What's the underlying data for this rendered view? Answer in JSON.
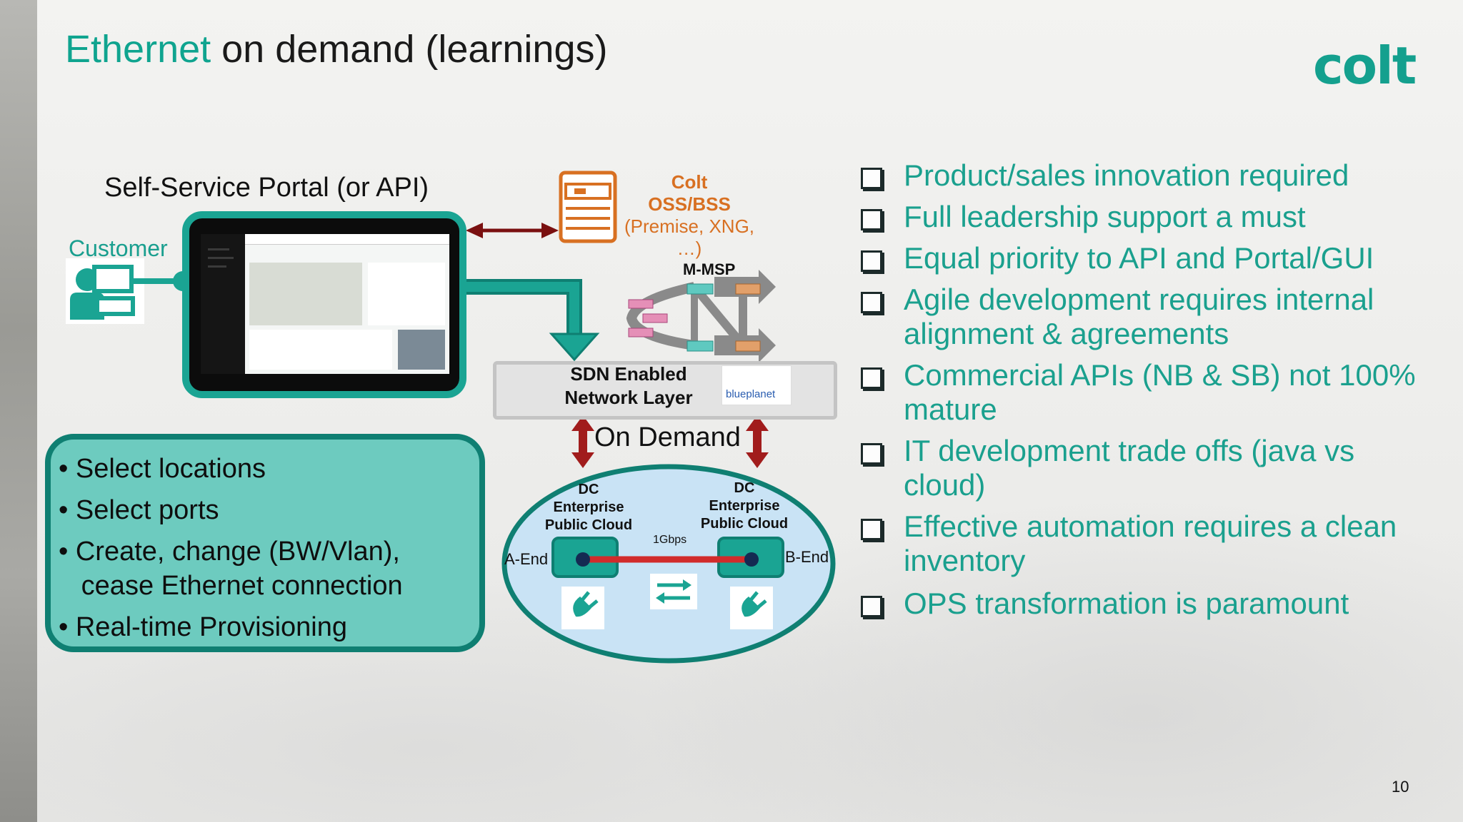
{
  "slide": {
    "title_accent": "Ethernet",
    "title_rest": " on demand (learnings)",
    "logo": "colt",
    "page_number": "10"
  },
  "diagram": {
    "portal_label": "Self-Service Portal (or API)",
    "customer_label": "Customer",
    "oss": {
      "line1": "Colt",
      "line2": "OSS/BSS",
      "line3": "(Premise, XNG, …)"
    },
    "mmsp_label": "M-MSP",
    "sdn": {
      "line1": "SDN Enabled",
      "line2": "Network Layer",
      "logo_text": "blueplanet"
    },
    "on_demand_label": "On Demand",
    "dc_left": [
      "DC",
      "Enterprise",
      "Public Cloud"
    ],
    "dc_right": [
      "DC",
      "Enterprise",
      "Public Cloud"
    ],
    "a_end": "A-End",
    "b_end": "B-End",
    "bandwidth": "1Gbps",
    "features": [
      "• Select locations",
      "• Select ports",
      "• Create, change (BW/Vlan),",
      "   cease Ethernet connection",
      "• Real-time Provisioning"
    ],
    "colors": {
      "teal": "#1aa493",
      "teal_dark": "#0f7f72",
      "box_fill": "#6dcbbf",
      "orange": "#d87022",
      "link_red": "#d12b2b",
      "arrow_dark_red": "#7a1010"
    },
    "icons": [
      "server-icon",
      "customer-icon",
      "plug-icon",
      "swap-arrows-icon",
      "blueplanet-logo-icon"
    ]
  },
  "learnings": [
    [
      "Product/sales innovation required"
    ],
    [
      "Full leadership support a must"
    ],
    [
      "Equal priority to API and Portal/GUI"
    ],
    [
      "Agile development requires internal",
      "alignment & agreements"
    ],
    [
      "Commercial APIs (NB & SB) not 100%",
      "mature"
    ],
    [
      "IT development trade offs (java vs",
      "cloud)"
    ],
    [
      "Effective automation requires a clean",
      "inventory"
    ],
    [
      "OPS transformation is paramount"
    ]
  ]
}
